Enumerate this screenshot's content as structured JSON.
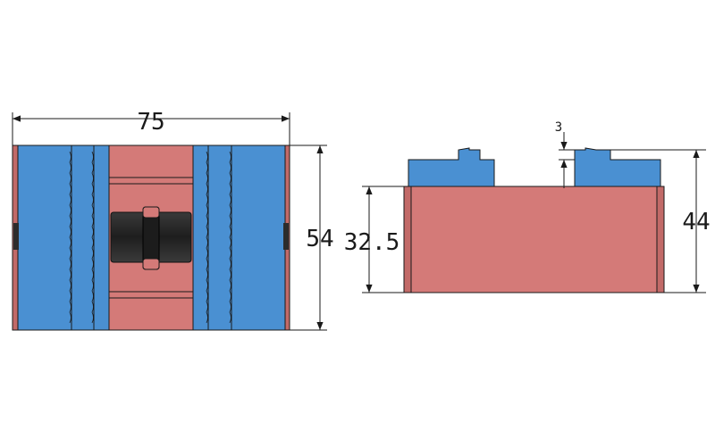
{
  "colors": {
    "blue": "#4a90d2",
    "red": "#d47a78",
    "shaft": "#2c2c2c",
    "line": "#1a1a1a"
  },
  "dimensions": {
    "width": "75",
    "height": "54",
    "block_height": "32.5",
    "total_height": "44",
    "step": "3"
  }
}
